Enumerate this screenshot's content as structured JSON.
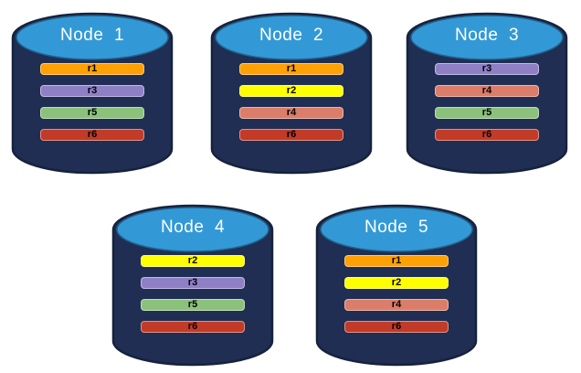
{
  "colors": {
    "background": "#FFFFFF",
    "cylinder_body": "#1F2E52",
    "cylinder_outline": "#16223E",
    "cylinder_top": "#3399D6",
    "cylinder_top_outline": "#20648F",
    "node_label_text": "#FFFFFF",
    "bar_text": "#000000"
  },
  "replica_colors": {
    "r1": "#FFA005",
    "r2": "#FFFF00",
    "r3": "#8F80C6",
    "r4": "#DB7D68",
    "r5": "#8CC17B",
    "r6": "#C23B27"
  },
  "nodes": [
    {
      "label": "Node  1",
      "replicas": [
        "r1",
        "r3",
        "r5",
        "r6"
      ]
    },
    {
      "label": "Node  2",
      "replicas": [
        "r1",
        "r2",
        "r4",
        "r6"
      ]
    },
    {
      "label": "Node  3",
      "replicas": [
        "r3",
        "r4",
        "r5",
        "r6"
      ]
    },
    {
      "label": "Node  4",
      "replicas": [
        "r2",
        "r3",
        "r5",
        "r6"
      ]
    },
    {
      "label": "Node  5",
      "replicas": [
        "r1",
        "r2",
        "r4",
        "r6"
      ]
    }
  ]
}
